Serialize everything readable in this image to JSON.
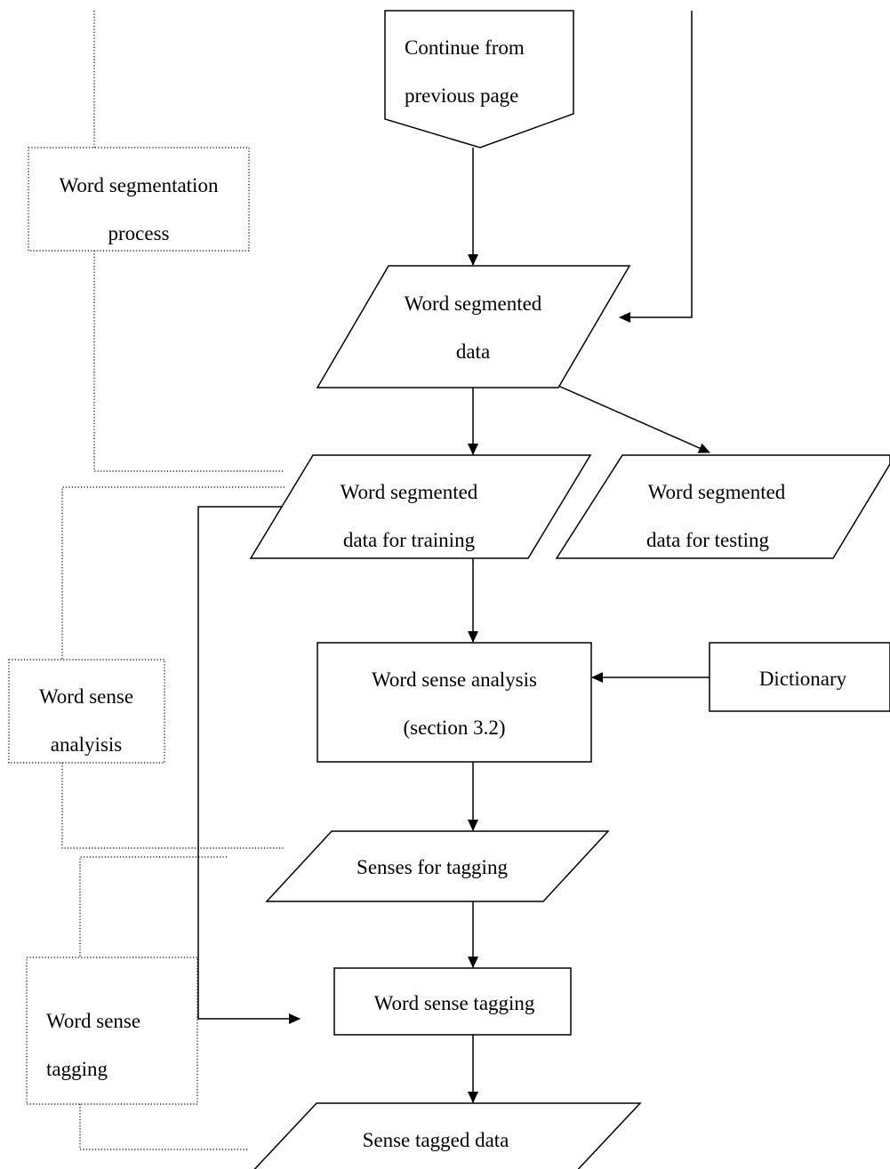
{
  "nodes": {
    "continue": [
      "Continue from",
      "previous page"
    ],
    "segmented_data": [
      "Word segmented",
      "data"
    ],
    "training_data": [
      "Word segmented",
      "data for training"
    ],
    "testing_data": [
      "Word segmented",
      "data for testing"
    ],
    "sense_analysis": [
      "Word sense analysis",
      "(section 3.2)"
    ],
    "dictionary": "Dictionary",
    "senses_for_tagging": "Senses for tagging",
    "sense_tagging": "Word sense tagging",
    "sense_tagged_data": "Sense tagged data"
  },
  "phases": {
    "segmentation": [
      "Word segmentation",
      "process"
    ],
    "analysis": [
      "Word sense",
      "analyisis"
    ],
    "tagging": [
      "Word sense",
      "tagging"
    ]
  }
}
